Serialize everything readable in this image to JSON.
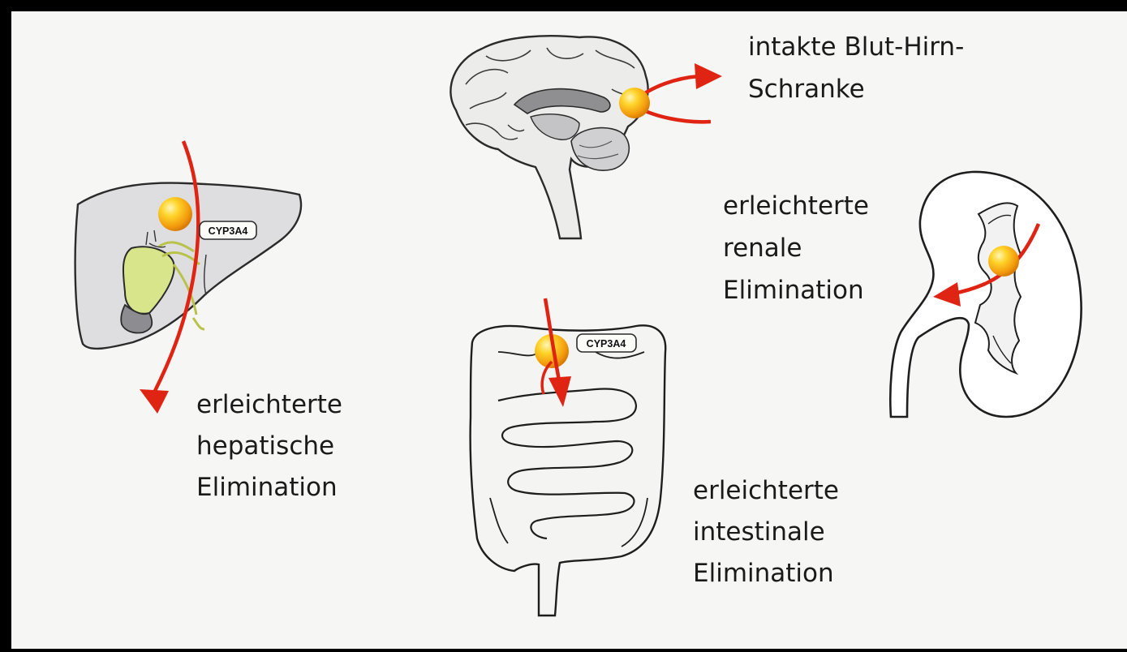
{
  "organs": {
    "brain": {
      "label": [
        "intakte Blut-Hirn-",
        "Schranke"
      ]
    },
    "liver": {
      "label": [
        "erleichterte",
        "hepatische",
        "Elimination"
      ],
      "enzyme": "CYP3A4"
    },
    "intestine": {
      "label": [
        "erleichterte",
        "intestinale",
        "Elimination"
      ],
      "enzyme": "CYP3A4"
    },
    "kidney": {
      "label": [
        "erleichterte",
        "renale",
        "Elimination"
      ]
    }
  },
  "colors": {
    "arrow": "#e02414",
    "molecule": "#f5b20f",
    "gallbladder": "#d8e58a",
    "organ_fill": "#dedee0",
    "frame": "#000000"
  },
  "icons": [
    "brain-icon",
    "liver-icon",
    "intestine-icon",
    "kidney-icon",
    "molecule-icon",
    "arrow-icon"
  ]
}
